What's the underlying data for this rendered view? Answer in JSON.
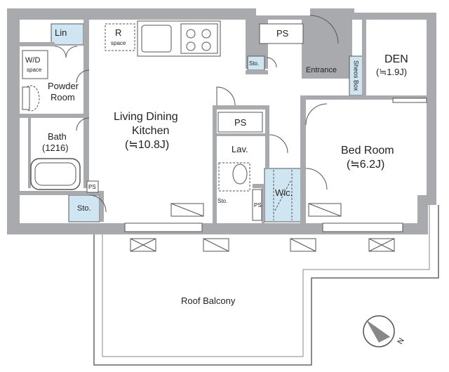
{
  "rooms": {
    "ldk": {
      "name": "Living Dining Kitchen",
      "name_l1": "Living Dining",
      "name_l2": "Kitchen",
      "area": "(≒10.8J)"
    },
    "bedroom": {
      "name": "Bed Room",
      "area": "(≒6.2J)"
    },
    "den": {
      "name": "DEN",
      "area": "(≒1.9J)"
    },
    "entrance": {
      "name": "Entrance"
    },
    "shoes_box": {
      "name": "Sheos Box"
    },
    "powder_room": {
      "name_l1": "Powder",
      "name_l2": "Room"
    },
    "bath": {
      "name": "Bath",
      "size": "(1216)"
    },
    "wd": {
      "name": "W/D",
      "sub": "space"
    },
    "linen": {
      "name": "Lin"
    },
    "fridge": {
      "name": "R",
      "sub": "space"
    },
    "lavatory": {
      "name": "Lav."
    },
    "walk_in_closet": {
      "name": "Wic."
    },
    "roof_balcony": {
      "name": "Roof Balcony"
    }
  },
  "labels": {
    "ps": "PS",
    "storage": "Sto."
  },
  "compass": {
    "label": "N"
  },
  "colors": {
    "wall": "#a8aaad",
    "storage_fill": "#cfe6f2",
    "line": "#555555"
  }
}
